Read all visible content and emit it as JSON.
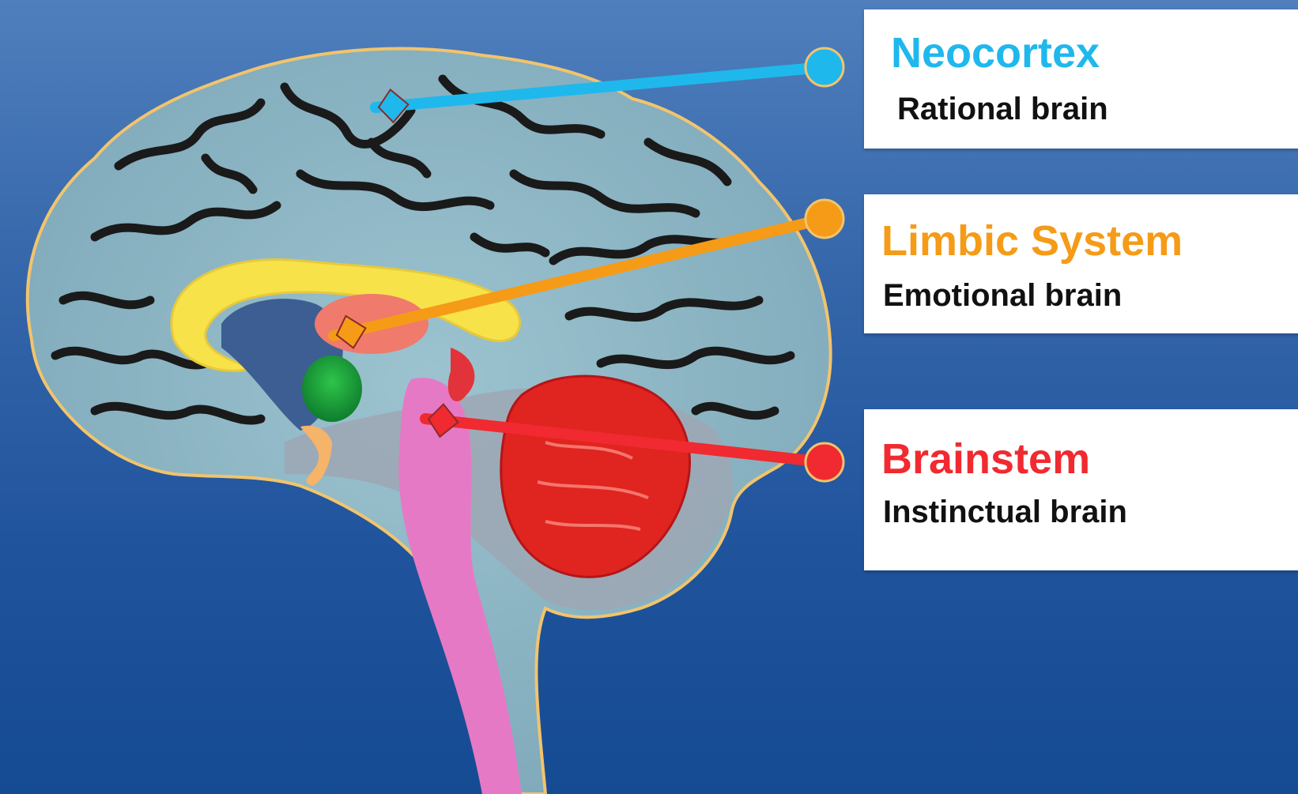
{
  "colors": {
    "neocortex": "#1fb8ec",
    "limbic": "#f59b17",
    "brainstem": "#f02a30",
    "background_top": "#4f7fbc",
    "background_bottom": "#154b93"
  },
  "labels": [
    {
      "id": "neocortex",
      "title": "Neocortex",
      "subtitle": "Rational brain"
    },
    {
      "id": "limbic",
      "title": "Limbic System",
      "subtitle": "Emotional brain"
    },
    {
      "id": "brainstem",
      "title": "Brainstem",
      "subtitle": "Instinctual brain"
    }
  ]
}
